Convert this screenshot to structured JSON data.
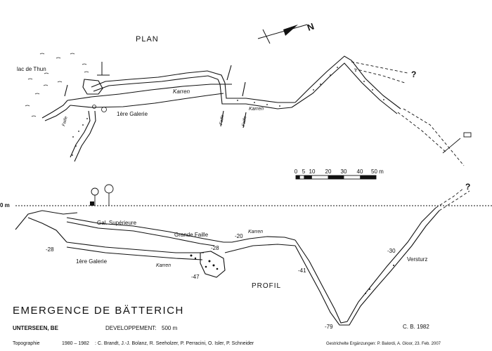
{
  "plan": {
    "title": "PLAN",
    "lake_label": "lac de Thun",
    "karren": "Karren",
    "karren_2": "Karren",
    "gallery": "1ère Galerie",
    "question": "?",
    "faults": [
      "Faille",
      "Faille",
      "Faille"
    ],
    "north_letter": "N",
    "scale": {
      "ticks": [
        "0",
        "5",
        "10",
        "20",
        "30",
        "40",
        "50 m"
      ],
      "unit": "m",
      "max_m": 50
    }
  },
  "profile": {
    "title": "PROFIL",
    "zero_label": "0 m",
    "question": "?",
    "labels": {
      "gal_sup": "Gal. Supérieure",
      "grande_faille": "Grande Faille",
      "karren_top": "Karren",
      "karren_bottom": "Karren",
      "gallery": "1ère Galerie",
      "versturz": "Versturz",
      "author": "C. B. 1982"
    },
    "depths": [
      "-28",
      "-28",
      "-20",
      "-47",
      "-41",
      "-79",
      "-30"
    ]
  },
  "footer": {
    "title": "EMERGENCE DE BÄTTERICH",
    "location": "UNTERSEEN, BE",
    "development_label": "DEVELOPPEMENT:",
    "development_value": "500 m",
    "topography_label": "Topographie",
    "topography_years": "1980 – 1982",
    "topography_names": ": C. Brandt, J.-J. Bolanz, R. Seeholzer, P. Perracini, O. Isler, P. Schneider",
    "additions": "Gestrichelte Ergänzungen: P. Balordi, A. Gloor, 23. Feb. 2007"
  }
}
